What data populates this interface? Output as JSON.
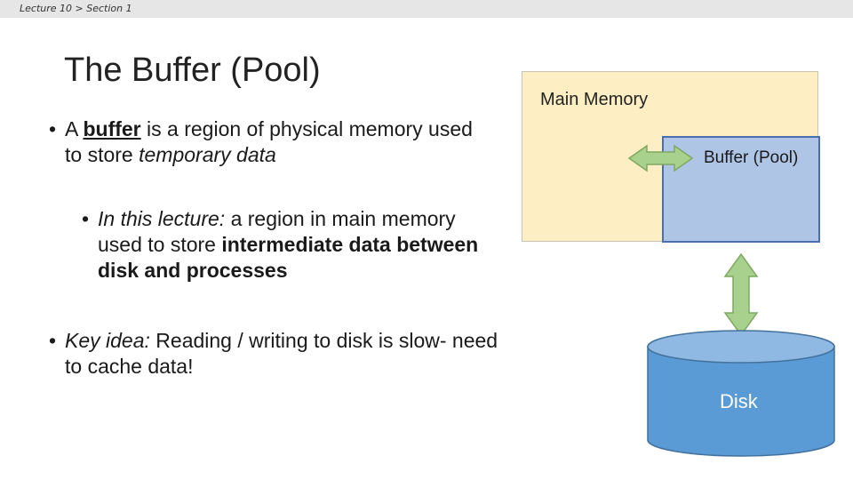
{
  "header": {
    "breadcrumb": "Lecture 10 > Section 1"
  },
  "slide": {
    "title": "The Buffer (Pool)",
    "bullet1": {
      "pre": "A ",
      "term": "buffer",
      "mid": " is a region of physical memory used to store ",
      "em": "temporary data"
    },
    "bullet2": {
      "em": "In this lecture:",
      "mid": " a region in  main memory used to store ",
      "strong": "intermediate data between disk and processes"
    },
    "bullet3": {
      "em": "Key idea:",
      "rest": " Reading / writing to disk is slow- need to cache data!"
    }
  },
  "diagram": {
    "main_memory_label": "Main Memory",
    "buffer_label": "Buffer (Pool)",
    "disk_label": "Disk"
  },
  "colors": {
    "main_memory_fill": "#fdefc3",
    "buffer_fill": "#aec5e6",
    "disk_fill": "#5b9bd5",
    "arrow_fill": "#a9d18e"
  }
}
